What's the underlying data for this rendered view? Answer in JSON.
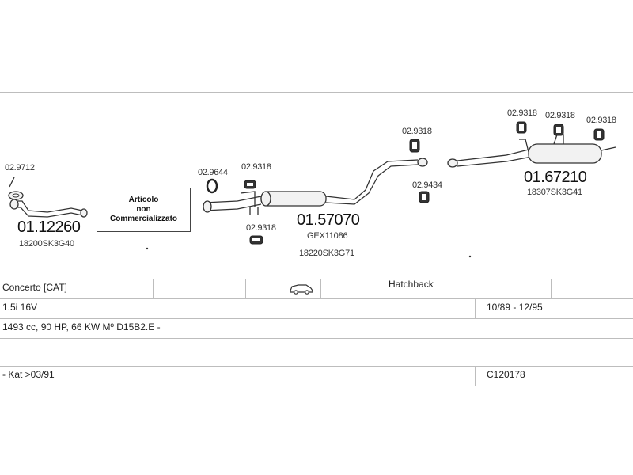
{
  "notice": {
    "line1": "Articolo",
    "line2": "non",
    "line3": "Commercializzato"
  },
  "parts": {
    "gasket_front": "02.9712",
    "front_pipe": "01.12260",
    "front_pipe_oem": "18200SK3G40",
    "ring": "02.9644",
    "hanger_mid_top": "02.9318",
    "hanger_mid_bottom": "02.9318",
    "center_silencer": "01.57070",
    "center_silencer_oem1": "GEX11086",
    "center_silencer_oem2": "18220SK3G71",
    "hanger_rear_a": "02.9318",
    "clamp_rear": "02.9434",
    "hanger_rear_b": "02.9318",
    "hanger_rear_c": "02.9318",
    "hanger_rear_d": "02.9318",
    "rear_silencer": "01.67210",
    "rear_silencer_oem": "18307SK3G41"
  },
  "vehicle": {
    "model": "Concerto  [CAT]",
    "body": "Hatchback",
    "engine": "1.5i 16V",
    "years": "10/89 - 12/95",
    "spec": "1493 cc, 90 HP, 66 KW Mº D15B2.E -",
    "note": "- Kat >03/91",
    "code": "C120178",
    "car_icon": "car-icon"
  }
}
